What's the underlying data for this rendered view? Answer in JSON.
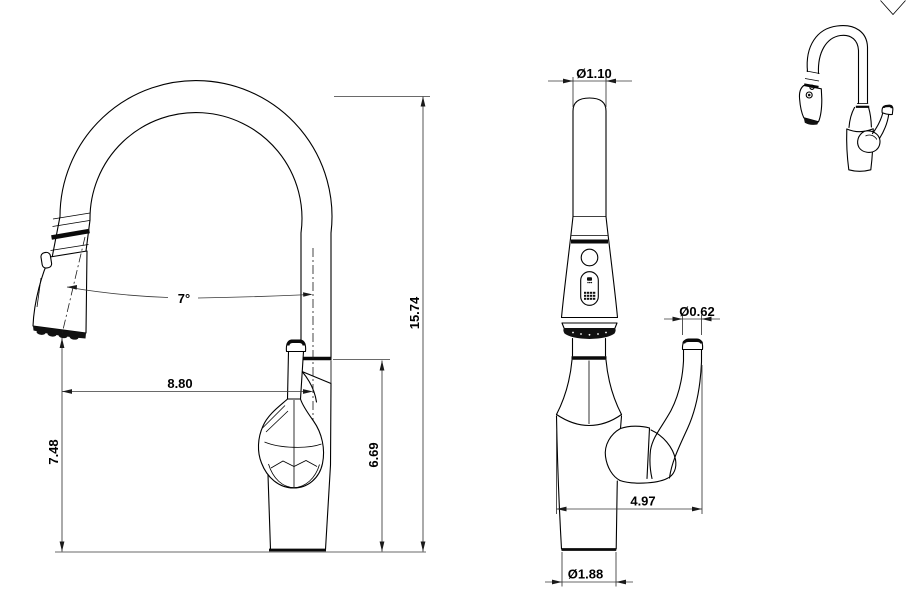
{
  "colors": {
    "background": "#ffffff",
    "line": "#000000",
    "dimension_line": "#383838"
  },
  "side_view": {
    "spray_angle": "7°",
    "horizontal_reach": "8.80",
    "spray_outlet_height": "7.48",
    "handle_top_height": "6.69",
    "overall_height": "15.74"
  },
  "front_view": {
    "spout_diameter": "Ø1.10",
    "handle_lever_diameter": "Ø0.62",
    "body_depth": "4.97",
    "base_diameter": "Ø1.88"
  }
}
